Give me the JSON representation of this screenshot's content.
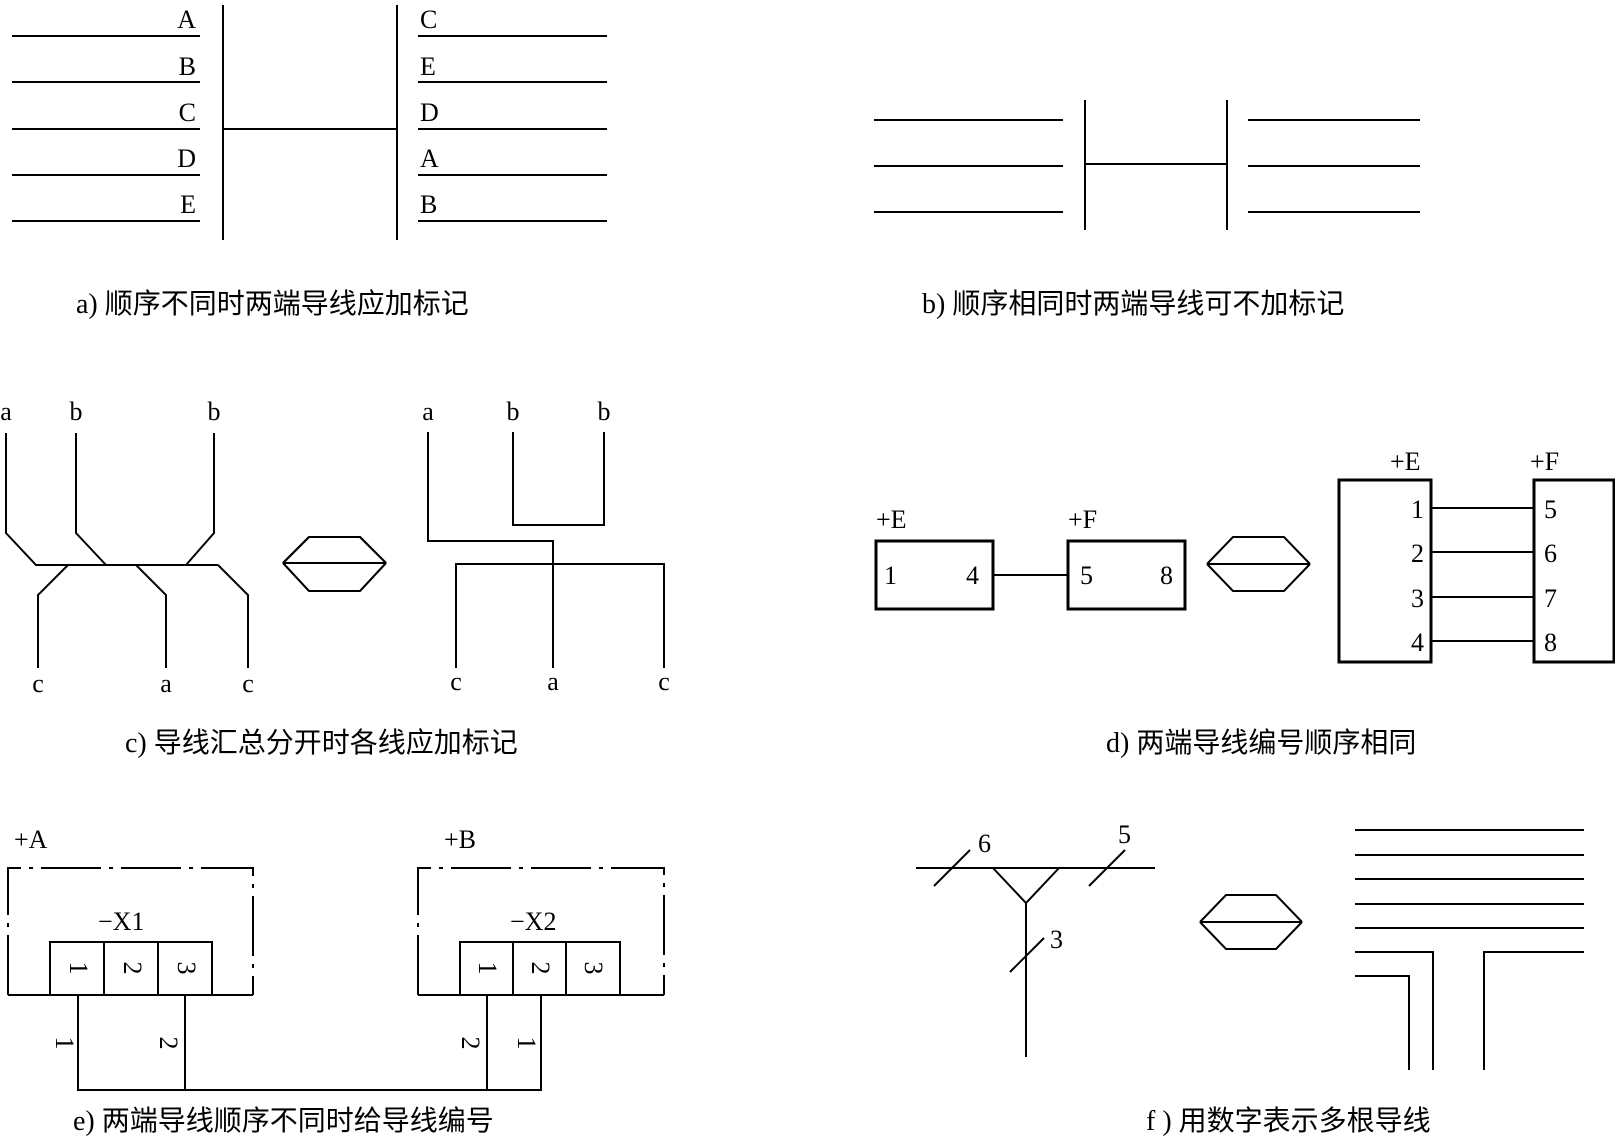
{
  "panel_a": {
    "left_labels": [
      "A",
      "B",
      "C",
      "D",
      "E"
    ],
    "right_labels": [
      "C",
      "E",
      "D",
      "A",
      "B"
    ],
    "caption": "a) 顺序不同时两端导线应加标记"
  },
  "panel_b": {
    "caption": "b) 顺序相同时两端导线可不加标记"
  },
  "panel_c": {
    "left_top": [
      "a",
      "b",
      "b"
    ],
    "left_bottom": [
      "c",
      "a",
      "c"
    ],
    "right_top": [
      "a",
      "b",
      "b"
    ],
    "right_bottom": [
      "c",
      "a",
      "c"
    ],
    "caption": "c) 导线汇总分开时各线应加标记"
  },
  "panel_d": {
    "box_e_label": "+E",
    "box_f_label": "+F",
    "left_e_terms": [
      "1",
      "4"
    ],
    "left_f_terms": [
      "5",
      "8"
    ],
    "right_e_label": "+E",
    "right_f_label": "+F",
    "right_e_terms": [
      "1",
      "2",
      "3",
      "4"
    ],
    "right_f_terms": [
      "5",
      "6",
      "7",
      "8"
    ],
    "caption": "d) 两端导线编号顺序相同"
  },
  "panel_e": {
    "unit_a_label": "+A",
    "unit_b_label": "+B",
    "strip_1_label": "−X1",
    "strip_2_label": "−X2",
    "strip_1_terms": [
      "1",
      "2",
      "3"
    ],
    "strip_2_terms": [
      "1",
      "2",
      "3"
    ],
    "wire_marks_left": [
      "1",
      "2"
    ],
    "wire_marks_right": [
      "2",
      "1"
    ],
    "caption": "e) 两端导线顺序不同时给导线编号"
  },
  "panel_f": {
    "counts": [
      "6",
      "5",
      "3"
    ],
    "caption": "f ) 用数字表示多根导线"
  }
}
